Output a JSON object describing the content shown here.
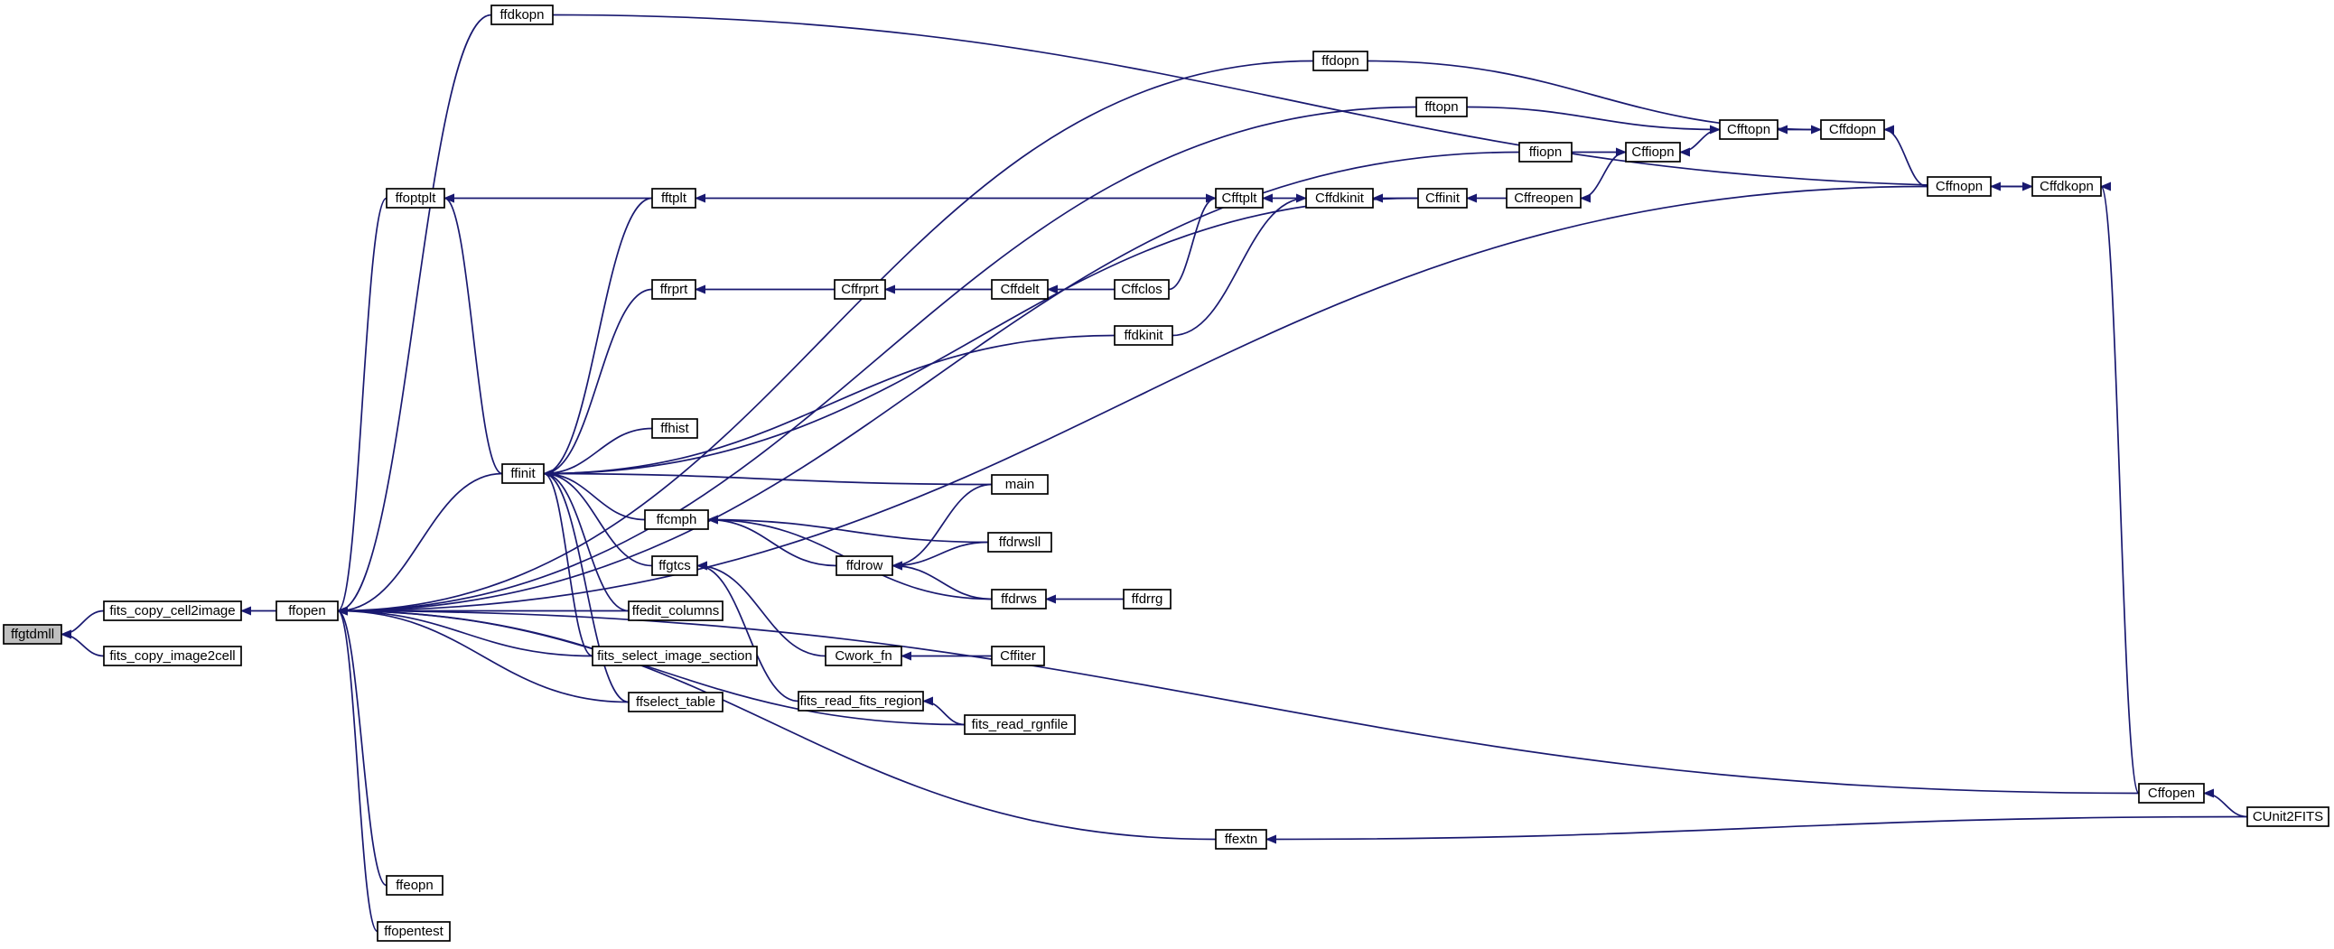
{
  "colors": {
    "edge": "#191970",
    "root_fill": "#bfbfbf",
    "node_fill": "#ffffff",
    "node_border": "#000000"
  },
  "nodes": [
    {
      "id": "ffgtdmll",
      "label": "ffgtdmll",
      "root": true
    },
    {
      "id": "fits_copy_cell2image",
      "label": "fits_copy_cell2image"
    },
    {
      "id": "fits_copy_image2cell",
      "label": "fits_copy_image2cell"
    },
    {
      "id": "ffopen",
      "label": "ffopen"
    },
    {
      "id": "ffdkopn",
      "label": "ffdkopn"
    },
    {
      "id": "ffdopn",
      "label": "ffdopn"
    },
    {
      "id": "fftopn",
      "label": "fftopn"
    },
    {
      "id": "ffiopn",
      "label": "ffiopn"
    },
    {
      "id": "ffoptplt",
      "label": "ffoptplt"
    },
    {
      "id": "fftplt",
      "label": "fftplt"
    },
    {
      "id": "ffinit",
      "label": "ffinit"
    },
    {
      "id": "ffrprt",
      "label": "ffrprt"
    },
    {
      "id": "ffhist",
      "label": "ffhist"
    },
    {
      "id": "ffcmph",
      "label": "ffcmph"
    },
    {
      "id": "ffgtcs",
      "label": "ffgtcs"
    },
    {
      "id": "ffedit_columns",
      "label": "ffedit_columns"
    },
    {
      "id": "fits_select_image_section",
      "label": "fits_select_image_section"
    },
    {
      "id": "ffselect_table",
      "label": "ffselect_table"
    },
    {
      "id": "ffeopn",
      "label": "ffeopn"
    },
    {
      "id": "ffopentest",
      "label": "ffopentest"
    },
    {
      "id": "Cfftplt",
      "label": "Cfftplt"
    },
    {
      "id": "Cffdkinit",
      "label": "Cffdkinit"
    },
    {
      "id": "Cffinit",
      "label": "Cffinit"
    },
    {
      "id": "Cffreopen",
      "label": "Cffreopen"
    },
    {
      "id": "Cffiopn",
      "label": "Cffiopn"
    },
    {
      "id": "Cfftopn",
      "label": "Cfftopn"
    },
    {
      "id": "Cffdopn",
      "label": "Cffdopn"
    },
    {
      "id": "Cffnopn",
      "label": "Cffnopn"
    },
    {
      "id": "Cffdkopn",
      "label": "Cffdkopn"
    },
    {
      "id": "Cffrprt",
      "label": "Cffrprt"
    },
    {
      "id": "Cffdelt",
      "label": "Cffdelt"
    },
    {
      "id": "Cffclos",
      "label": "Cffclos"
    },
    {
      "id": "ffdkinit",
      "label": "ffdkinit"
    },
    {
      "id": "main",
      "label": "main"
    },
    {
      "id": "ffdrow",
      "label": "ffdrow"
    },
    {
      "id": "ffdrwsll",
      "label": "ffdrwsll"
    },
    {
      "id": "ffdrws",
      "label": "ffdrws"
    },
    {
      "id": "ffdrrg",
      "label": "ffdrrg"
    },
    {
      "id": "Cwork_fn",
      "label": "Cwork_fn"
    },
    {
      "id": "Cffiter",
      "label": "Cffiter"
    },
    {
      "id": "fits_read_fits_region",
      "label": "fits_read_fits_region"
    },
    {
      "id": "fits_read_rgnfile",
      "label": "fits_read_rgnfile"
    },
    {
      "id": "Cffopen",
      "label": "Cffopen"
    },
    {
      "id": "CUnit2FITS",
      "label": "CUnit2FITS"
    },
    {
      "id": "ffextn",
      "label": "ffextn"
    }
  ],
  "edges": [
    {
      "from": "fits_copy_cell2image",
      "to": "ffgtdmll"
    },
    {
      "from": "fits_copy_image2cell",
      "to": "ffgtdmll"
    },
    {
      "from": "ffopen",
      "to": "fits_copy_cell2image"
    },
    {
      "from": "ffdkopn",
      "to": "ffopen"
    },
    {
      "from": "ffdopn",
      "to": "ffopen"
    },
    {
      "from": "fftopn",
      "to": "ffopen"
    },
    {
      "from": "ffiopn",
      "to": "ffopen"
    },
    {
      "from": "ffoptplt",
      "to": "ffopen"
    },
    {
      "from": "Cffnopn",
      "to": "ffopen"
    },
    {
      "from": "ffinit",
      "to": "ffopen"
    },
    {
      "from": "ffedit_columns",
      "to": "ffopen"
    },
    {
      "from": "fits_select_image_section",
      "to": "ffopen"
    },
    {
      "from": "ffselect_table",
      "to": "ffopen"
    },
    {
      "from": "fits_read_rgnfile",
      "to": "ffopen"
    },
    {
      "from": "Cffopen",
      "to": "ffopen"
    },
    {
      "from": "ffextn",
      "to": "ffopen"
    },
    {
      "from": "ffeopn",
      "to": "ffopen"
    },
    {
      "from": "ffopentest",
      "to": "ffopen"
    },
    {
      "from": "fftplt",
      "to": "ffoptplt"
    },
    {
      "from": "ffinit",
      "to": "ffoptplt"
    },
    {
      "from": "fftplt",
      "to": "ffinit"
    },
    {
      "from": "ffrprt",
      "to": "ffinit"
    },
    {
      "from": "ffdkinit",
      "to": "ffinit"
    },
    {
      "from": "Cffinit",
      "to": "ffinit"
    },
    {
      "from": "ffhist",
      "to": "ffinit"
    },
    {
      "from": "main",
      "to": "ffinit"
    },
    {
      "from": "ffcmph",
      "to": "ffinit"
    },
    {
      "from": "ffgtcs",
      "to": "ffinit"
    },
    {
      "from": "ffedit_columns",
      "to": "ffinit"
    },
    {
      "from": "fits_select_image_section",
      "to": "ffinit"
    },
    {
      "from": "ffselect_table",
      "to": "ffinit"
    },
    {
      "from": "Cfftplt",
      "to": "fftplt"
    },
    {
      "from": "Cffdkinit",
      "to": "Cfftplt"
    },
    {
      "from": "Cffclos",
      "to": "Cfftplt"
    },
    {
      "from": "Cffinit",
      "to": "Cffdkinit"
    },
    {
      "from": "ffdkinit",
      "to": "Cffdkinit"
    },
    {
      "from": "Cffreopen",
      "to": "Cffinit"
    },
    {
      "from": "Cffiopn",
      "to": "Cffreopen"
    },
    {
      "from": "Cfftopn",
      "to": "Cffiopn"
    },
    {
      "from": "ffiopn",
      "to": "Cffiopn"
    },
    {
      "from": "Cffdopn",
      "to": "Cfftopn"
    },
    {
      "from": "fftopn",
      "to": "Cfftopn"
    },
    {
      "from": "Cffnopn",
      "to": "Cffdopn"
    },
    {
      "from": "ffdopn",
      "to": "Cffdopn"
    },
    {
      "from": "Cffdkopn",
      "to": "Cffnopn"
    },
    {
      "from": "ffdkopn",
      "to": "Cffdkopn"
    },
    {
      "from": "Cffopen",
      "to": "Cffdkopn"
    },
    {
      "from": "Cffrprt",
      "to": "ffrprt"
    },
    {
      "from": "Cffdelt",
      "to": "Cffrprt"
    },
    {
      "from": "Cffclos",
      "to": "Cffdelt"
    },
    {
      "from": "ffdrow",
      "to": "ffcmph"
    },
    {
      "from": "ffdrwsll",
      "to": "ffcmph"
    },
    {
      "from": "ffdrws",
      "to": "ffcmph"
    },
    {
      "from": "main",
      "to": "ffdrow"
    },
    {
      "from": "ffdrwsll",
      "to": "ffdrow"
    },
    {
      "from": "ffdrws",
      "to": "ffdrow"
    },
    {
      "from": "ffdrrg",
      "to": "ffdrws"
    },
    {
      "from": "Cwork_fn",
      "to": "ffgtcs"
    },
    {
      "from": "fits_read_fits_region",
      "to": "ffgtcs"
    },
    {
      "from": "Cffiter",
      "to": "Cwork_fn"
    },
    {
      "from": "fits_read_rgnfile",
      "to": "fits_read_fits_region"
    },
    {
      "from": "CUnit2FITS",
      "to": "Cffopen"
    },
    {
      "from": "CUnit2FITS",
      "to": "ffextn"
    }
  ]
}
